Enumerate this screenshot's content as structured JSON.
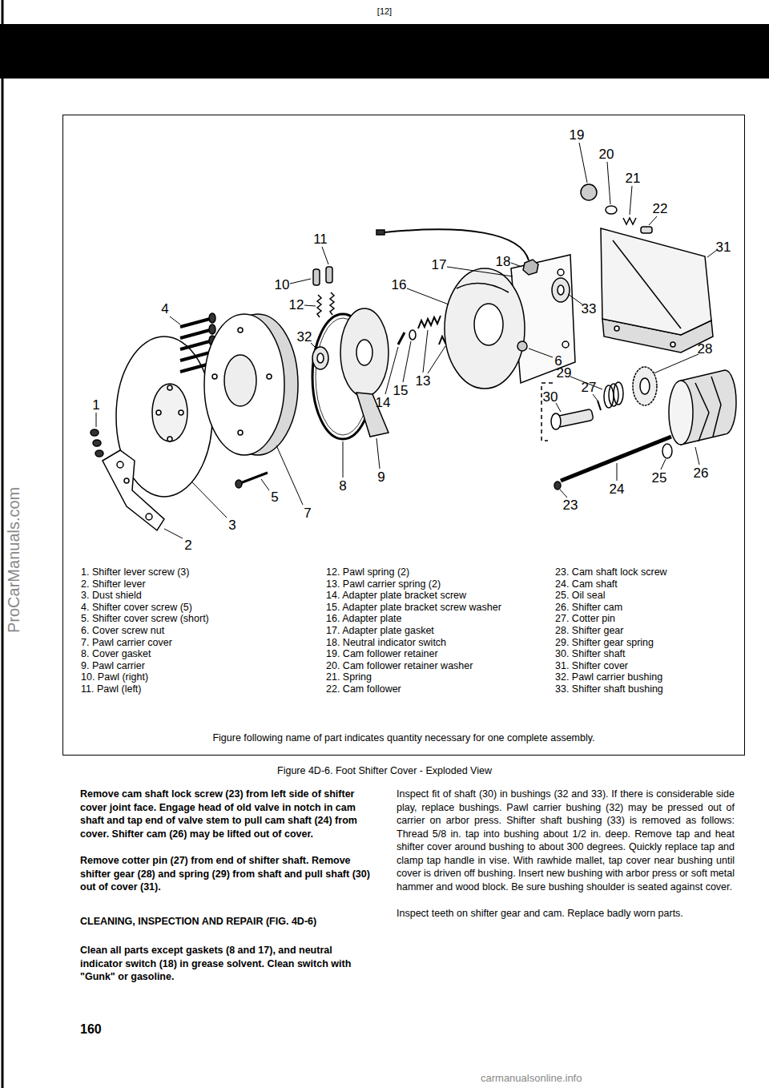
{
  "diagram": {
    "caption": "Figure 4D-6. Foot Shifter Cover - Exploded View",
    "nodes": [
      {
        "text": [
          "1. Shifter lever screw (3)",
          "2. Shifter lever",
          "3. Dust shield",
          "4. Shifter cover screw (5)",
          "5. Shifter cover screw (short)",
          "6. Cover screw nut",
          "7. Pawl carrier cover",
          "8. Cover gasket",
          "9. Pawl carrier",
          "10. Pawl (right)",
          "11. Pawl (left)",
          "12. Pawl spring (2)",
          "13. Pawl carrier spring (2)",
          "14. Adapter plate bracket screw",
          "15. Adapter plate bracket screw washer",
          "16. Adapter plate",
          "17. Adapter plate gasket",
          "18. Neutral indicator switch",
          "19. Cam follower retainer",
          "20. Cam follower retainer washer",
          "21. Spring",
          "22. Cam follower",
          "23. Cam shaft lock screw",
          "24. Cam shaft",
          "25. Oil seal",
          "26. Shifter cam",
          "27. Cotter pin",
          "28. Shifter gear",
          "29. Shifter gear spring",
          "30. Shifter shaft",
          "31. Shifter cover",
          "32. Pawl carrier bushing",
          "33. Shifter shaft bushing",
          "Figure following name of part indicates quantity necessary for one complete assembly."
        ]
      }
    ],
    "labels": [
      "[12]",
      "ProCarManuals.com",
      "1",
      "2",
      "3",
      "4",
      "5",
      "6",
      "7",
      "8",
      "9",
      "10",
      "11",
      "12",
      "13",
      "14",
      "15",
      "16",
      "17",
      "18",
      "19",
      "20",
      "21",
      "22",
      "23",
      "24",
      "25",
      "26",
      "27",
      "28",
      "29",
      "30",
      "31",
      "32",
      "33",
      "Remove cam shaft lock screw (23) from left side of shifter cover joint face. Engage head of old valve in notch in cam shaft and tap end of valve stem to pull cam shaft (24) from cover. Shifter cam (26) may be lifted out of cover.",
      "Remove cotter pin (27) from end of shifter shaft. Remove shifter gear (28) and spring (29) from shaft and pull shaft (30) out of cover (31).",
      "CLEANING, INSPECTION AND REPAIR (FIG. 4D-6)",
      "Clean all parts except gaskets (8 and 17), and neutral indicator switch (18) in grease solvent. Clean switch with \"Gunk\" or gasoline.",
      "Inspect fit of shaft (30) in bushings (32 and 33). If there is considerable side play, replace bushings. Pawl carrier bushing (32) may be pressed out of carrier on arbor press. Shifter shaft bushing (33) is removed as follows: Thread 5/8 in. tap into bushing about 1/2 in. deep. Remove tap and heat shifter cover around bushing to about 300 degrees. Quickly replace tap and clamp tap handle in vise. With rawhide mallet, tap cover near bushing until cover is driven off bushing. Insert new bushing with arbor press or soft metal hammer and wood block. Be sure bushing shoulder is seated against cover.",
      "Inspect teeth on shifter gear and cam. Replace badly worn parts.",
      "160",
      "carmanualsonline.info"
    ]
  }
}
